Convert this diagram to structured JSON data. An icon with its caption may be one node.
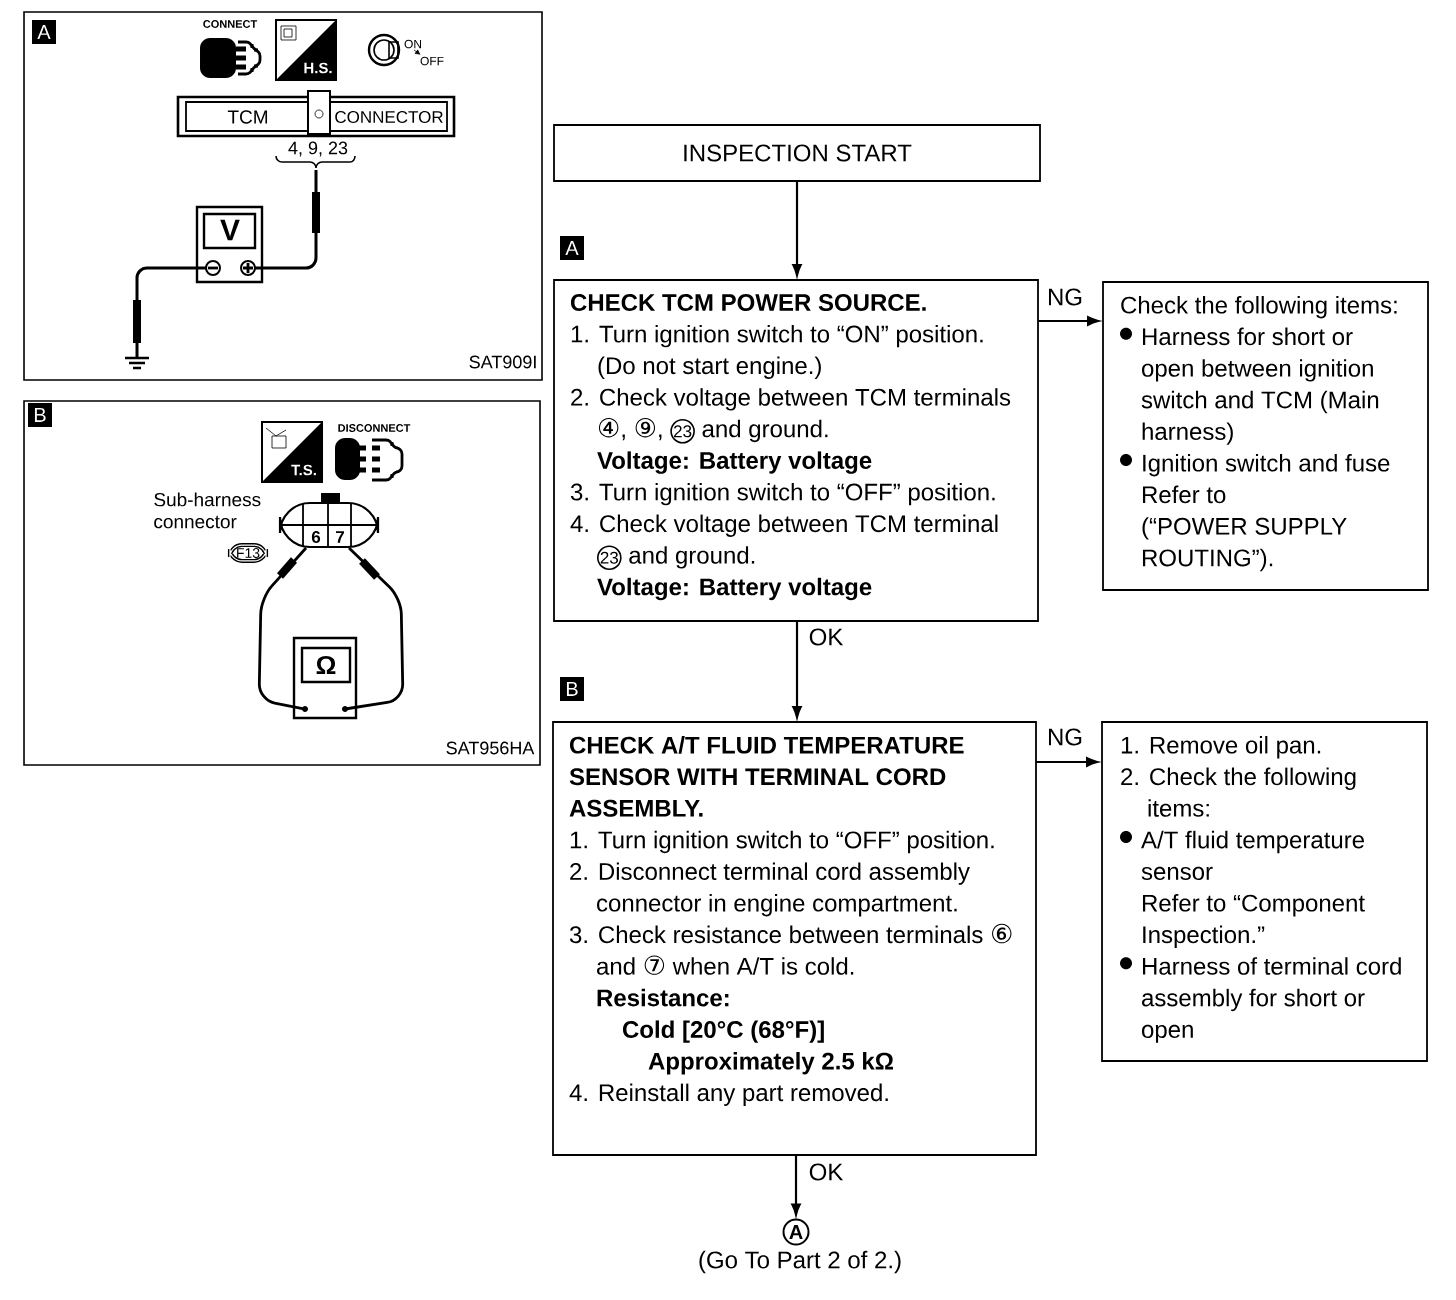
{
  "diagram": {
    "nodes": [
      {
        "text": [
          "A",
          "CONNECT",
          "H.S.",
          "ON",
          "OFF",
          "TCM",
          "CONNECTOR",
          "4, 9, 23",
          "V",
          "SAT909I"
        ]
      },
      {
        "text": [
          "B",
          "DISCONNECT",
          "T.S.",
          "Sub-harness connector",
          "F13",
          "6",
          "7",
          "Ω",
          "SAT956HA"
        ]
      },
      {
        "text": [
          "INSPECTION START"
        ]
      },
      {
        "text": [
          "CHECK TCM POWER SOURCE.",
          "1. Turn ignition switch to “ON” position. (Do not start engine.)",
          "2. Check voltage between TCM terminals ④, ⑨,",
          "23",
          "and ground.",
          "Voltage: Battery voltage",
          "3. Turn ignition switch to “OFF” position.",
          "4. Check voltage between TCM terminal",
          "23",
          "and ground.",
          "Voltage: Battery voltage"
        ]
      },
      {
        "text": [
          "Check the following items:",
          "Harness for short or open between ignition switch and TCM (Main harness)",
          "Ignition switch and fuse",
          "Refer to",
          "(“POWER SUPPLY ROUTING”)."
        ]
      },
      {
        "text": [
          "CHECK A/T FLUID TEMPERATURE SENSOR WITH TERMINAL CORD ASSEMBLY.",
          "1. Turn ignition switch to “OFF” position.",
          "2. Disconnect terminal cord assembly connector in engine compartment.",
          "3. Check resistance between terminals ⑥ and ⑦ when A/T is cold.",
          "Resistance:",
          "Cold [20°C (68°F)]",
          "Approximately 2.5 kΩ",
          "4. Reinstall any part removed."
        ]
      },
      {
        "text": [
          "1. Remove oil pan.",
          "2. Check the following items:",
          "A/T fluid temperature sensor",
          "Refer to “Component Inspection.”",
          "Harness of terminal cord assembly for short or open"
        ]
      },
      {
        "text": [
          "A"
        ],
        "beside": [
          "(Go To Part 2 of 2.)"
        ]
      }
    ],
    "edges": [
      {
        "from": 2,
        "to": 3,
        "arrow": "to"
      },
      {
        "from": 3,
        "to": 4,
        "arrow": "to",
        "label": "NG"
      },
      {
        "from": 3,
        "to": 5,
        "arrow": "to",
        "label": "OK"
      },
      {
        "from": 5,
        "to": 6,
        "arrow": "to",
        "label": "NG"
      },
      {
        "from": 5,
        "to": 7,
        "arrow": "to",
        "label": "OK"
      }
    ],
    "labels": [
      "A",
      "B"
    ]
  }
}
